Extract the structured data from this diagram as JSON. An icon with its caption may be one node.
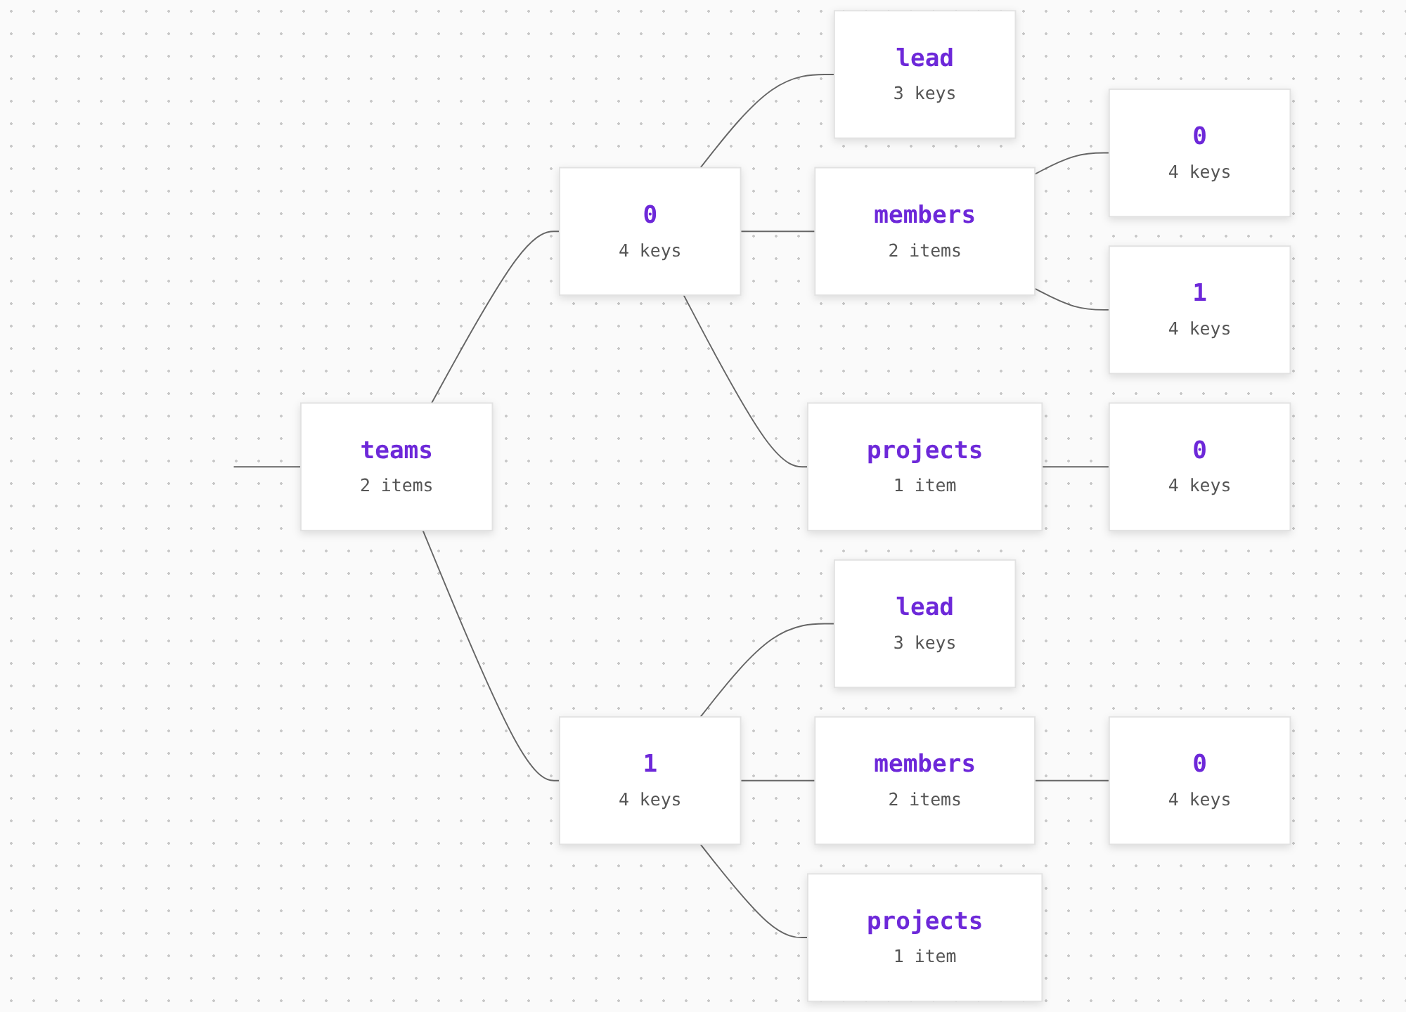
{
  "diagram": {
    "nodes": [
      {
        "text": [
          "teams",
          "2 items"
        ]
      },
      {
        "text": [
          "0",
          "4 keys"
        ]
      },
      {
        "text": [
          "lead",
          "3 keys"
        ]
      },
      {
        "text": [
          "members",
          "2 items"
        ]
      },
      {
        "text": [
          "0",
          "4 keys"
        ]
      },
      {
        "text": [
          "1",
          "4 keys"
        ]
      },
      {
        "text": [
          "projects",
          "1 item"
        ]
      },
      {
        "text": [
          "0",
          "4 keys"
        ]
      },
      {
        "text": [
          "1",
          "4 keys"
        ]
      },
      {
        "text": [
          "lead",
          "3 keys"
        ]
      },
      {
        "text": [
          "members",
          "2 items"
        ]
      },
      {
        "text": [
          "0",
          "4 keys"
        ]
      },
      {
        "text": [
          "projects",
          "1 item"
        ]
      }
    ],
    "edges": [
      {
        "from": null,
        "to": 0,
        "arrow": "none"
      },
      {
        "from": 0,
        "to": 1,
        "arrow": "none"
      },
      {
        "from": 0,
        "to": 8,
        "arrow": "none"
      },
      {
        "from": 1,
        "to": 2,
        "arrow": "none"
      },
      {
        "from": 1,
        "to": 3,
        "arrow": "none"
      },
      {
        "from": 1,
        "to": 6,
        "arrow": "none"
      },
      {
        "from": 3,
        "to": 4,
        "arrow": "none"
      },
      {
        "from": 3,
        "to": 5,
        "arrow": "none"
      },
      {
        "from": 6,
        "to": 7,
        "arrow": "none"
      },
      {
        "from": 8,
        "to": 9,
        "arrow": "none"
      },
      {
        "from": 8,
        "to": 10,
        "arrow": "none"
      },
      {
        "from": 8,
        "to": 12,
        "arrow": "none"
      },
      {
        "from": 10,
        "to": 11,
        "arrow": "none"
      }
    ]
  }
}
